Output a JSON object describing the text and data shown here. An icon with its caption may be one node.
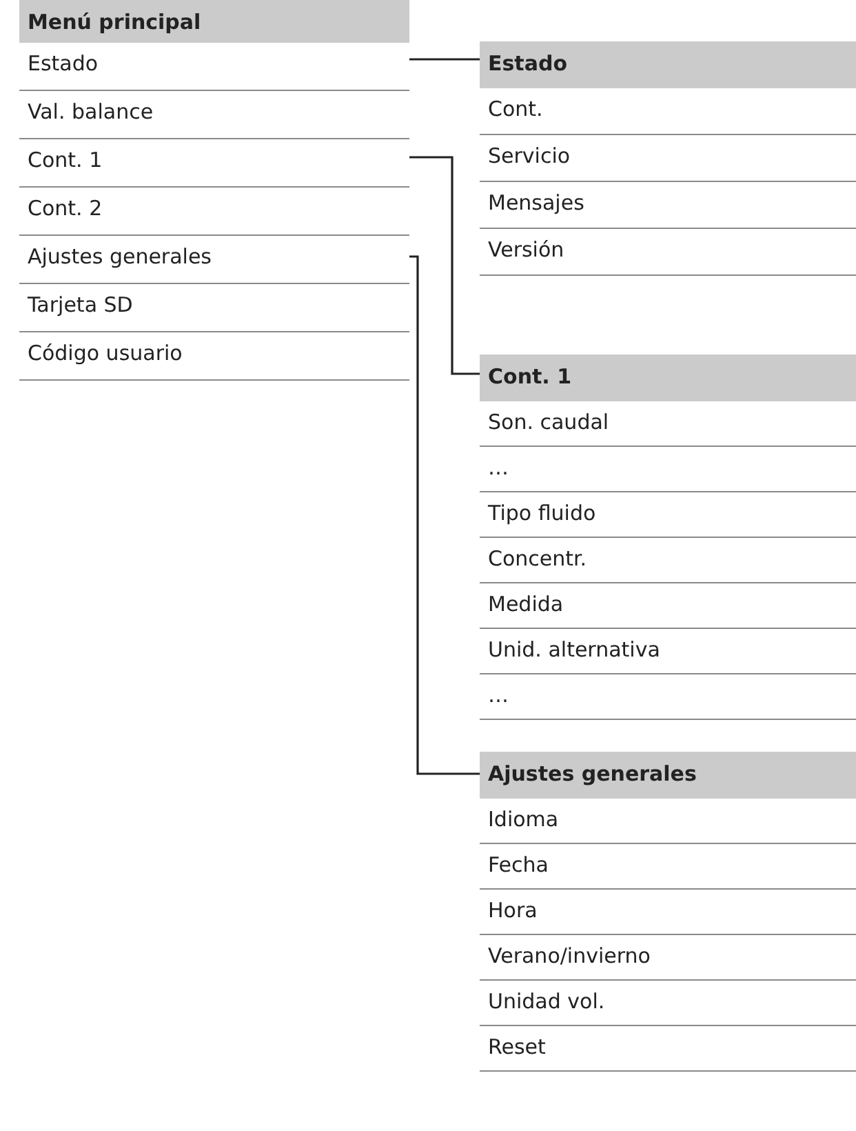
{
  "diagram": {
    "nodes": [
      {
        "text": [
          "Menú principal"
        ]
      },
      {
        "text": [
          "Estado"
        ]
      },
      {
        "text": [
          "Val. balance"
        ]
      },
      {
        "text": [
          "Cont. 1"
        ]
      },
      {
        "text": [
          "Cont. 2"
        ]
      },
      {
        "text": [
          "Ajustes generales"
        ]
      },
      {
        "text": [
          "Tarjeta SD"
        ]
      },
      {
        "text": [
          "Código usuario"
        ]
      },
      {
        "text": [
          "Estado"
        ]
      },
      {
        "text": [
          "Cont."
        ]
      },
      {
        "text": [
          "Servicio"
        ]
      },
      {
        "text": [
          "Mensajes"
        ]
      },
      {
        "text": [
          "Versión"
        ]
      },
      {
        "text": [
          "Cont. 1"
        ]
      },
      {
        "text": [
          "Son. caudal"
        ]
      },
      {
        "text": [
          "…"
        ]
      },
      {
        "text": [
          "Tipo fluido"
        ]
      },
      {
        "text": [
          "Concentr."
        ]
      },
      {
        "text": [
          "Medida"
        ]
      },
      {
        "text": [
          "Unid. alternativa"
        ]
      },
      {
        "text": [
          "…"
        ]
      },
      {
        "text": [
          "Ajustes generales"
        ]
      },
      {
        "text": [
          "Idioma"
        ]
      },
      {
        "text": [
          "Fecha"
        ]
      },
      {
        "text": [
          "Hora"
        ]
      },
      {
        "text": [
          "Verano/invierno"
        ]
      },
      {
        "text": [
          "Unidad vol."
        ]
      },
      {
        "text": [
          "Reset"
        ]
      }
    ],
    "edges": [
      {
        "from": 1,
        "to": 8,
        "arrow": "none"
      },
      {
        "from": 3,
        "to": 13,
        "arrow": "none"
      },
      {
        "from": 5,
        "to": 21,
        "arrow": "none"
      }
    ]
  }
}
